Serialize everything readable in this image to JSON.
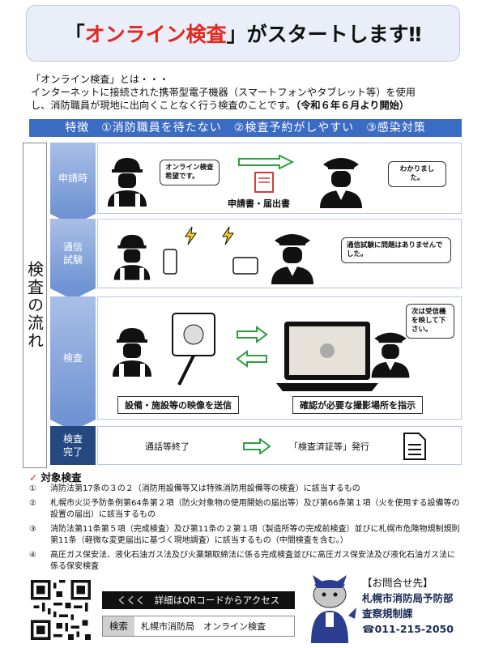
{
  "banner": {
    "q_open": "「",
    "highlight": "オンライン検査",
    "q_close": "」",
    "rest": "がスタートします‼"
  },
  "intro": {
    "line1": "「オンライン検査」とは・・・",
    "line2": "インターネットに接続された携帯型電子機器（スマートフォンやタブレット等）を使用",
    "line3": "し、消防職員が現地に出向くことなく行う検査のことです。",
    "date": "（令和６年６月より開始）"
  },
  "features": "特徴　①消防職員を待たない　②検査予約がしやすい　③感染対策",
  "flow_label": "検査の流れ",
  "steps": {
    "apply": {
      "tab": "申請時",
      "bubble_user": "オンライン検査希望です。",
      "doc_label": "申請書・届出書",
      "bubble_staff": "わかりました。"
    },
    "test": {
      "tab1": "通信",
      "tab2": "試験",
      "bubble_staff": "通信試験に問題はありませんでした。"
    },
    "inspect": {
      "tab": "検査",
      "bubble_staff": "次は受信機を映して下さい。",
      "send_label": "設備・施設等の映像を送信",
      "instruct_label": "確認が必要な撮影場所を指示"
    },
    "done": {
      "tab1": "検査",
      "tab2": "完了",
      "call_end": "通話等終了",
      "issue": "「検査済証等」発行"
    }
  },
  "targets": {
    "title": "対象検査",
    "items": [
      {
        "num": "①",
        "text": "消防法第17条の３の２（消防用設備等又は特殊消防用設備等の検査）に該当するもの"
      },
      {
        "num": "②",
        "text": "札幌市火災予防条例第64条第２項（防火対象物の使用開始の届出等）及び第66条第１項（火を使用する設備等の設置の届出）に該当するもの"
      },
      {
        "num": "③",
        "text": "消防法第11条第５項（完成検査）及び第11条の２第１項（製造所等の完成前検査）並びに札幌市危険物規制規則第11条（軽微な変更届出に基づく現地調査）に該当するもの（中間検査を含む。）"
      },
      {
        "num": "④",
        "text": "高圧ガス保安法、液化石油ガス法及び火薬類取締法に係る完成検査並びに高圧ガス保安法及び液化石油ガス法に係る保安検査"
      }
    ]
  },
  "access": "くくく　詳細はQRコードからアクセス",
  "search": {
    "tag": "検索",
    "query": "札幌市消防局　オンライン検査"
  },
  "contact": {
    "head": "【お問合せ先】",
    "org": "札幌市消防局予防部",
    "dept": "査察規制課",
    "phone": "☎011-215-2050"
  },
  "colors": {
    "accent": "#3b6cc4",
    "highlight": "#e0291f",
    "dark_tab": "#24487f"
  }
}
